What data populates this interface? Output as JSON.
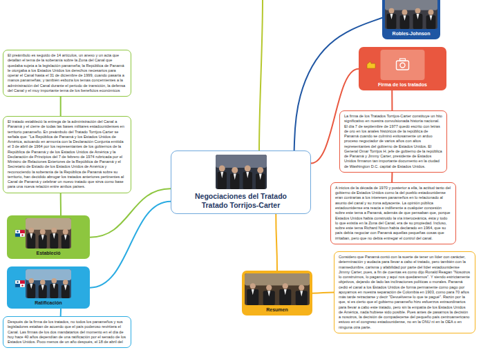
{
  "diagram": {
    "nodes": [
      {
        "text": [
          "Negociaciones del Tratado Tratado Torrijos-Carter"
        ]
      },
      {
        "text": [
          "Robles-Johnson"
        ]
      },
      {
        "text": [
          "Firma de los tratados"
        ]
      },
      {
        "text": [
          "La firma de los Tratados Torrijos-Carter constituye un hito significativo en nuestra convulsionada historia nacional. El día 7 de septiembre de 1977 quedó escrito con letras de oro en los anales históricos de la república de Panamá cuando se culminó exitosamente un arduo proceso negociador de varios años con altos representantes del gobierno de Estados Unidos. El General Omar Torrijos H. jefe de gobierno de la república de Panamá y Jimmy Carter, presidente de Estados Unidos firmaron tan importante documento en la ciudad de Washington D.C. capital de Estados Unidos."
        ]
      },
      {
        "text": [
          "A inicios de la década de 1970 y posterior a ella, la actitud tanto del gobierno de Estados Unidos como la del pueblo estadounidense eran contrarias a los intereses panameños en lo relacionado al asunto del canal y su zona adyacente. La opinión pública estadounidense era reacia e indiferente a cualquier concesión sobre este tema a Panamá, además de que pensaban que, porque Estados Unidos había construido la vía interoceánica, ésta y todo lo que existía en la Zona del Canal, era de su propiedad. Incluso, sobre este tema Richard Nixon había declarado en 1964, que su país debía negociar con Panamá aquellas pequeñas cosas que irritaban, pero que no debía entregar el control del canal."
        ]
      },
      {
        "text": [
          "Resumen"
        ]
      },
      {
        "text": [
          "Considero que Panamá contó con la suerte de tener un líder con carácter, determinación y audacia para llevar a cabo el tratado, pero también con la mansedumbre, carisma y afabilidad por parte del líder estadounidense Jimmy Carter, pues, a fin de cuentas es como dijo Ronald Reagan \"Nosotros lo construimos, lo pagamos y aquí nos quedaremos\". Y siendo estrictamente objetivos, dejando de lado las inclinaciones políticas o morales. Panamá cedió el canal a los Estados Unidos de forma permanente como pago por apoyarnos en nuestra separación de Colombia en 1903, como para 70 años más tarde retractarse y decir \"Devuélveme lo que te pagué\". Razón por la que, si es cierto que el gobierno panameño hizo esfuerzos extraordinarios para llevar a cabo este tratado, pero sin la empatía de los Estados Unidos de América, nada hubiese sido posible. Pues antes de pasarnos la decisión a nosotros, la decisión de compadecerse del pequeño país centroamericano estuvo en el congreso estadounidense, no en la ONU ni en la OEA o en ninguna otra parte."
        ]
      },
      {
        "text": [
          "El preámbulo es seguido de 14 artículos, un anexo y un acta que detallan el tema de la soberanía sobre la Zona del Canal que quedaba sujeta a la legislación panameña; la República de Panamá le otorgaba a los Estados Unidos los derechos necesarios para operar el Canal hasta el 31 de diciembre de 1999, cuando pasaría a manos panameñas; y también esboza los temas concernientes a la administración del Canal durante el periodo de transición, la defensa del Canal y el muy importante tema de los beneficios económicos"
        ]
      },
      {
        "text": [
          "El tratado estableció la entrega de la administración del Canal a Panamá y el cierre de todas las bases militares estadounidenses en territorio panameño. En preámbulo del Tratado Torrijos-Carter se señala que: \"La República de Panamá y los Estados Unidos de América, actuando en armonía con la Declaración Conjunta emitida el 3 de abril de 1964 por los representantes de los gobiernos de la República de Panamá y de los Estados Unidos de América y la Declaración de Principios del 7 de febrero de 1974 rubricada por el Ministro de Relaciones Exteriores de la República de Panamá y el Secretario de Estado de los Estados Unidos de América y reconociendo la soberanía de la República de Panamá sobre su territorio, han decidido abrogar los tratados anteriores pertinentes al Canal de Panamá y celebrar un nuevo tratado que sirva como base para una nueva relación entre ambos países."
        ]
      },
      {
        "text": [
          "Estableció"
        ]
      },
      {
        "text": [
          "Ratificación"
        ]
      },
      {
        "text": [
          "Después de la firma de los tratados, no todos los panameños y sus legisladores estaban de acuerdo que el país poderoso revirtiera el Canal. Las firmas de los dos mandatarios del momento en el día de hoy hace 40 años dependían de una ratificación por el senado de los Estados Unidos. Poco menos de un año después, el 18 de abril del"
        ]
      }
    ],
    "edges": [
      {
        "from": 0,
        "to": 1,
        "arrow": "none"
      },
      {
        "from": 0,
        "to": 2,
        "arrow": "none"
      },
      {
        "from": 2,
        "to": 3,
        "arrow": "none"
      },
      {
        "from": 3,
        "to": 4,
        "arrow": "none"
      },
      {
        "from": 0,
        "to": 5,
        "arrow": "none"
      },
      {
        "from": 5,
        "to": 6,
        "arrow": "none"
      },
      {
        "from": 0,
        "to": 9,
        "arrow": "none"
      },
      {
        "from": 9,
        "to": 8,
        "arrow": "none"
      },
      {
        "from": 8,
        "to": 7,
        "arrow": "none"
      },
      {
        "from": 0,
        "to": 10,
        "arrow": "none"
      },
      {
        "from": 10,
        "to": 11,
        "arrow": "none"
      }
    ]
  }
}
